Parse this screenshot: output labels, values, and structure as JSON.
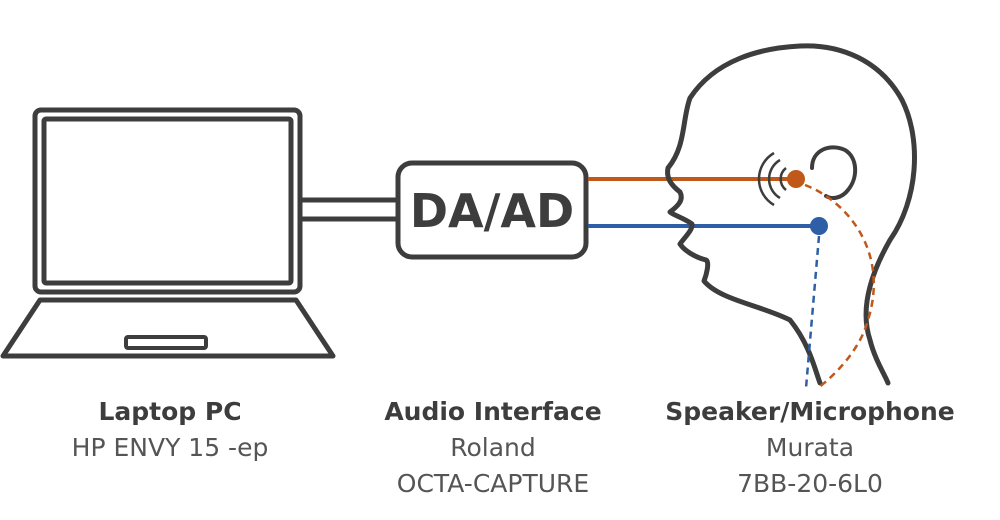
{
  "interface_box": {
    "label": "DA/AD"
  },
  "laptop": {
    "title": "Laptop PC",
    "model": "HP ENVY 15 -ep"
  },
  "audio_interface": {
    "title": "Audio Interface",
    "maker": "Roland",
    "model": "OCTA-CAPTURE"
  },
  "speaker_mic": {
    "title": "Speaker/Microphone",
    "maker": "Murata",
    "model": "7BB-20-6L0"
  },
  "colors": {
    "output_line": "#c0581a",
    "input_line": "#2e5fa6",
    "outline": "#3d3d3d"
  }
}
